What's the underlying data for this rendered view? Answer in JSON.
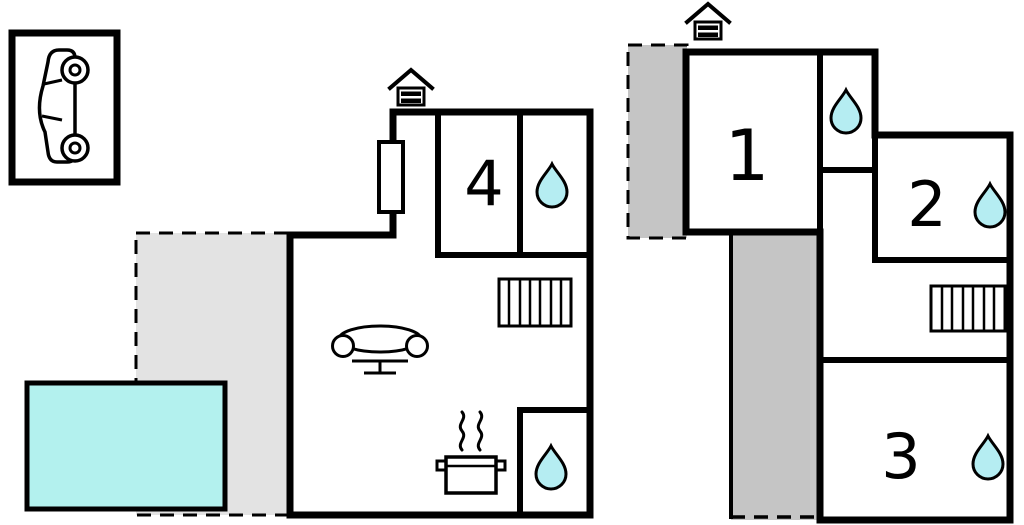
{
  "plan": {
    "type": "floor-plan",
    "floors": {
      "ground": {
        "rooms": [
          {
            "label": "4"
          }
        ],
        "features": [
          "carport",
          "terrace",
          "pool",
          "chimney",
          "bathroom",
          "sofa",
          "kitchen",
          "stairs"
        ]
      },
      "upper": {
        "rooms": [
          {
            "label": "1"
          },
          {
            "label": "2"
          },
          {
            "label": "3"
          }
        ],
        "features": [
          "chimney",
          "balcony",
          "bathroom",
          "stairs"
        ]
      }
    },
    "rooms": {
      "room1": {
        "label": "1"
      },
      "room2": {
        "label": "2"
      },
      "room3": {
        "label": "3"
      },
      "room4": {
        "label": "4"
      }
    },
    "colors": {
      "wall": "#000000",
      "water_drop": "#b5edf2",
      "pool": "#b3f1ee",
      "terrace_light": "#e3e3e3",
      "terrace_gray": "#c5c5c5",
      "background": "#ffffff"
    },
    "icons": {
      "car": "car-icon",
      "chimney": "chimney-icon",
      "water_drop": "water-drop-icon",
      "stairs": "stairs-icon",
      "sofa": "sofa-icon",
      "stove_pot": "stove-pot-icon"
    }
  }
}
